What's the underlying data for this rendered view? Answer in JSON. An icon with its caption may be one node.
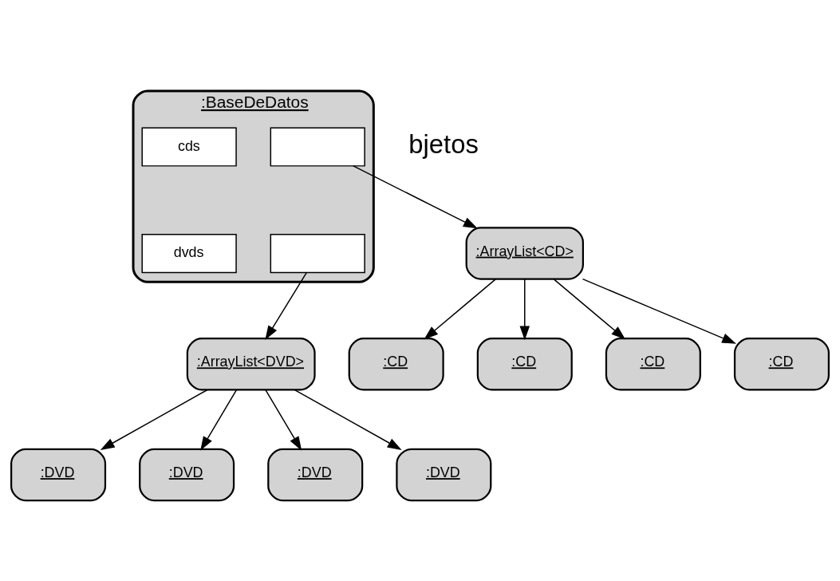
{
  "diagram": {
    "nodes": [
      {
        "text": [
          ":BaseDeDatos"
        ]
      },
      {
        "text": [
          "cds"
        ],
        "in": 0
      },
      {
        "text": [],
        "shape": "box",
        "in": 0
      },
      {
        "text": [
          "dvds"
        ],
        "in": 0
      },
      {
        "text": [],
        "shape": "box",
        "in": 0
      },
      {
        "text": [
          ":ArrayList<CD>"
        ]
      },
      {
        "text": [
          ":CD"
        ]
      },
      {
        "text": [
          ":CD"
        ]
      },
      {
        "text": [
          ":CD"
        ]
      },
      {
        "text": [
          ":CD"
        ]
      },
      {
        "text": [
          ":ArrayList<DVD>"
        ]
      },
      {
        "text": [
          ":DVD"
        ]
      },
      {
        "text": [
          ":DVD"
        ]
      },
      {
        "text": [
          ":DVD"
        ]
      },
      {
        "text": [
          ":DVD"
        ]
      }
    ],
    "edges": [
      {
        "from": 2,
        "to": 5,
        "arrow": "to"
      },
      {
        "from": 4,
        "to": 10,
        "arrow": "to"
      },
      {
        "from": 5,
        "to": 6,
        "arrow": "to"
      },
      {
        "from": 5,
        "to": 7,
        "arrow": "to"
      },
      {
        "from": 5,
        "to": 8,
        "arrow": "to"
      },
      {
        "from": 5,
        "to": 9,
        "arrow": "to"
      },
      {
        "from": 10,
        "to": 11,
        "arrow": "to"
      },
      {
        "from": 10,
        "to": 12,
        "arrow": "to"
      },
      {
        "from": 10,
        "to": 13,
        "arrow": "to"
      },
      {
        "from": 10,
        "to": 14,
        "arrow": "to"
      }
    ],
    "labels": [
      "bjetos"
    ]
  }
}
